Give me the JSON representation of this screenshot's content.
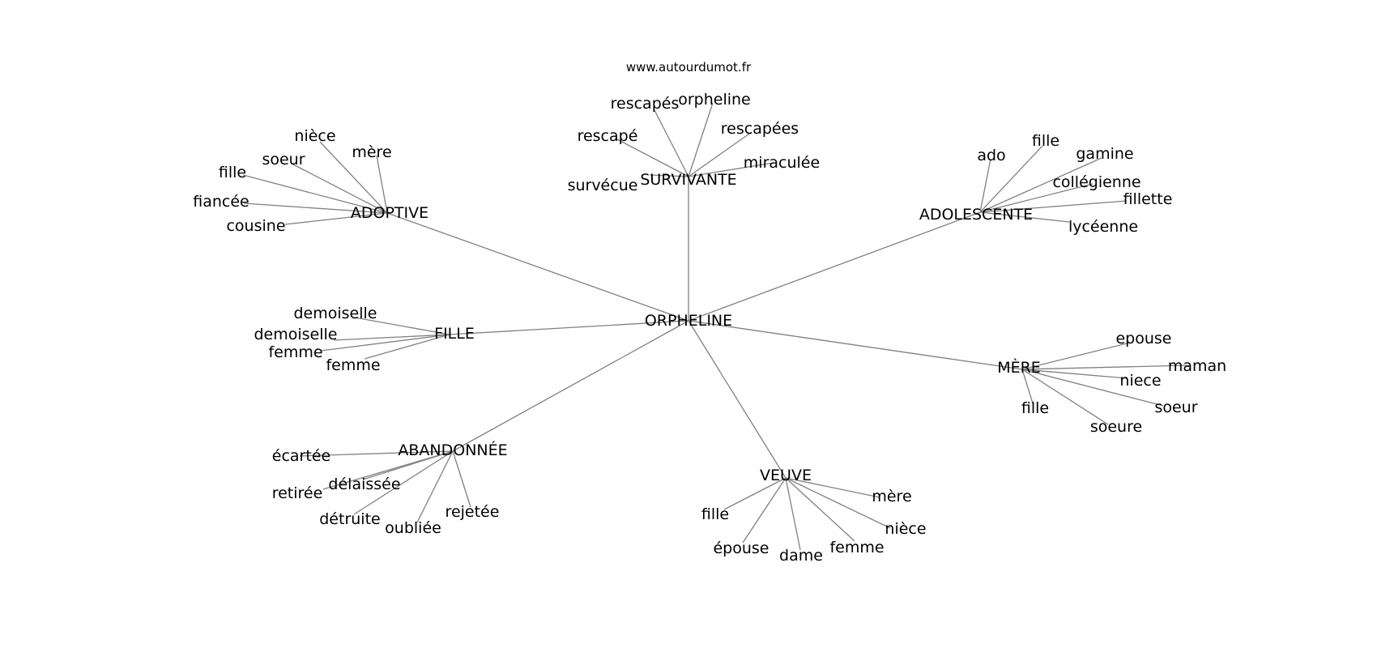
{
  "source_text": "www.autourdumot.fr",
  "center": "ORPHELINE",
  "clusters": [
    {
      "id": "survivante",
      "label": "SURVIVANTE",
      "leaves": [
        "rescapés",
        "orpheline",
        "rescapé",
        "rescapées",
        "miraculée",
        "survécue"
      ]
    },
    {
      "id": "adoptive",
      "label": "ADOPTIVE",
      "leaves": [
        "nièce",
        "mère",
        "soeur",
        "fille",
        "fiancée",
        "cousine"
      ]
    },
    {
      "id": "adolescente",
      "label": "ADOLESCENTE",
      "leaves": [
        "ado",
        "fille",
        "gamine",
        "collégienne",
        "fillette",
        "lycéenne"
      ]
    },
    {
      "id": "fille",
      "label": "FILLE",
      "leaves": [
        "demoiselle",
        "demoiselle",
        "femme",
        "femme"
      ]
    },
    {
      "id": "mere",
      "label": "MÈRE",
      "leaves": [
        "epouse",
        "maman",
        "niece",
        "soeur",
        "fille",
        "soeure"
      ]
    },
    {
      "id": "abandonnee",
      "label": "ABANDONNÉE",
      "leaves": [
        "écartée",
        "délaissée",
        "retirée",
        "rejetée",
        "détruite",
        "oubliée"
      ]
    },
    {
      "id": "veuve",
      "label": "VEUVE",
      "leaves": [
        "mère",
        "nièce",
        "fille",
        "femme",
        "épouse",
        "dame"
      ]
    }
  ]
}
